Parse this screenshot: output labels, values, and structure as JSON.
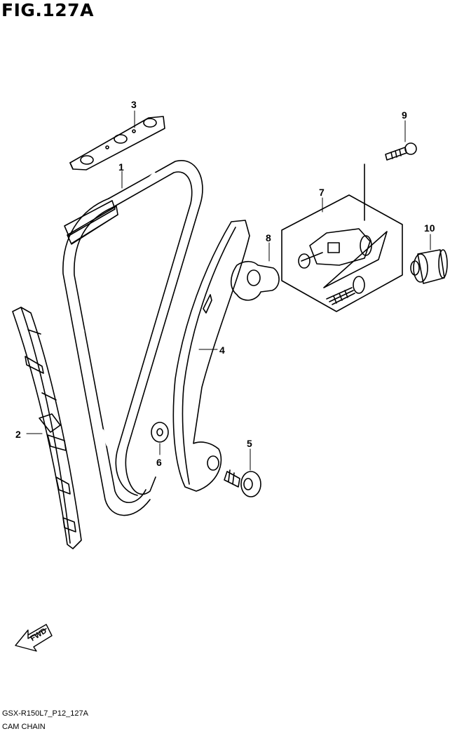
{
  "title": "FIG.127A",
  "callouts": [
    {
      "id": "1",
      "label": "1"
    },
    {
      "id": "2",
      "label": "2"
    },
    {
      "id": "3",
      "label": "3"
    },
    {
      "id": "4",
      "label": "4"
    },
    {
      "id": "5",
      "label": "5"
    },
    {
      "id": "6",
      "label": "6"
    },
    {
      "id": "7",
      "label": "7"
    },
    {
      "id": "8",
      "label": "8"
    },
    {
      "id": "9",
      "label": "9"
    },
    {
      "id": "10",
      "label": "10"
    }
  ],
  "fwd_label": "FWD",
  "footer": {
    "code": "GSX-R150L7_P12_127A",
    "name": "CAM CHAIN"
  }
}
